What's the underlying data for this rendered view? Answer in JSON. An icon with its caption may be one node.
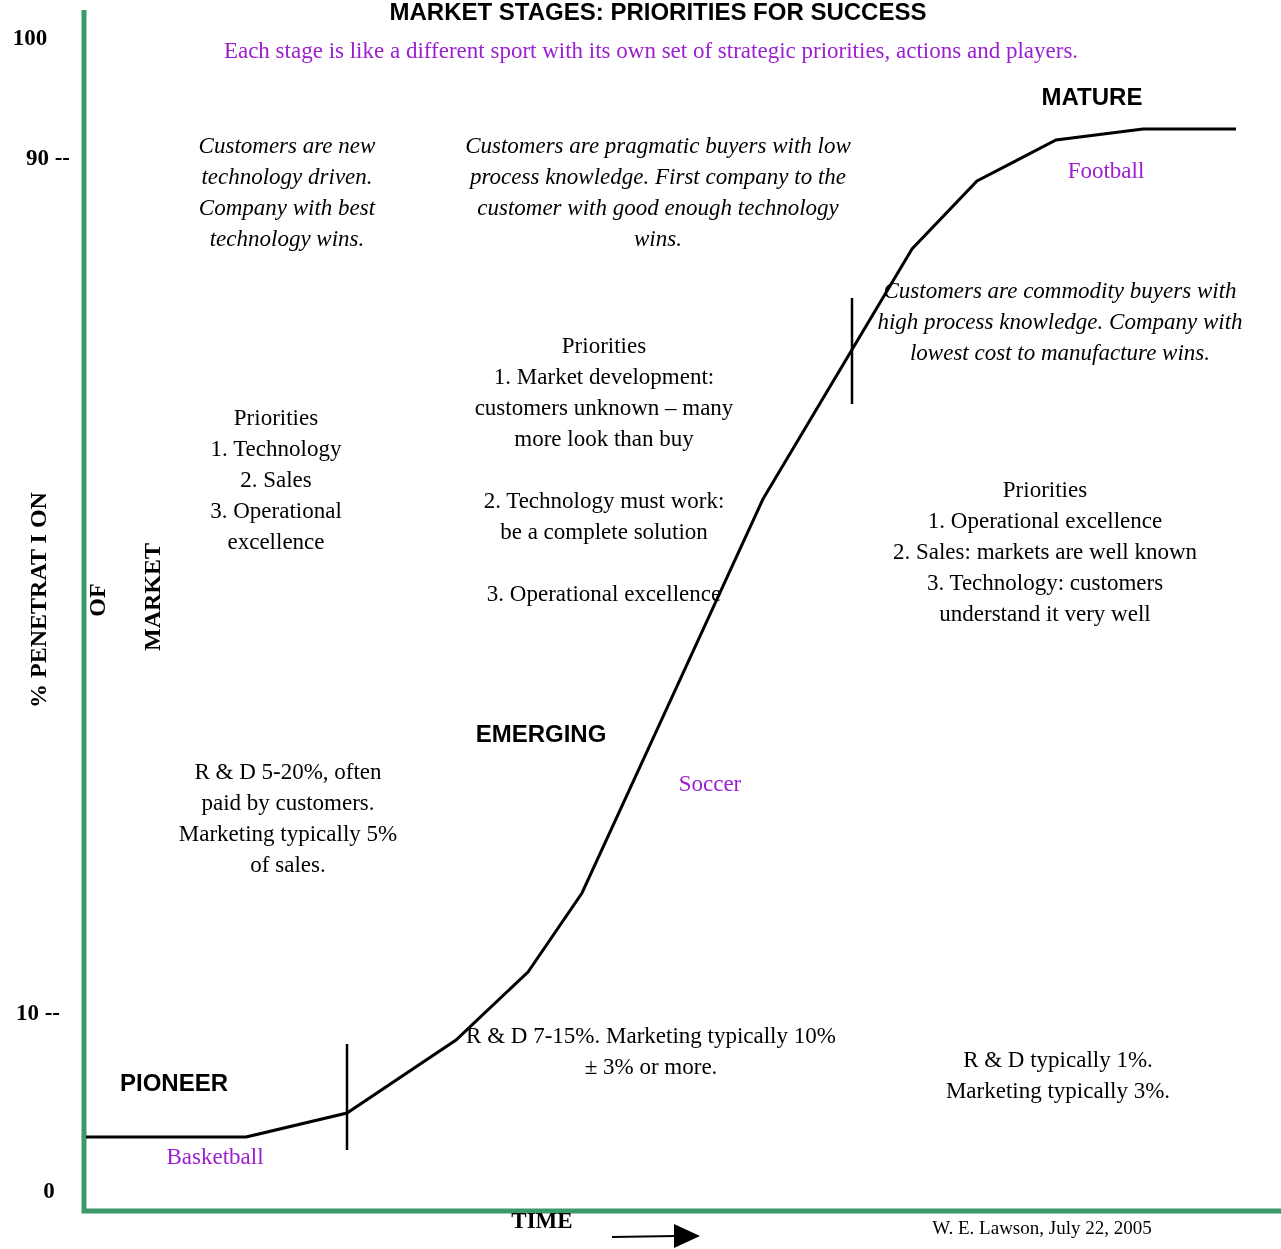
{
  "diagram": {
    "title": "MARKET STAGES:  PRIORITIES FOR SUCCESS",
    "labels": [
      "Each stage is like a different sport with its own set of strategic priorities, actions and players.",
      "100",
      "MATURE",
      "90 --",
      "Customers are new technology driven. Company with best technology wins.",
      "Customers are pragmatic buyers with low process knowledge.  First company to the customer with good enough technology wins.",
      "Football",
      "Customers are commodity buyers with high process knowledge. Company with lowest cost to manufacture wins.",
      "Priorities",
      "1. Market development: customers     unknown – many more look than buy",
      "2. Technology must work: be a complete solution",
      "3. Operational excellence",
      "Priorities",
      "1. Technology",
      "2. Sales",
      "3. Operational excellence",
      "Priorities",
      "1. Operational excellence",
      "2. Sales: markets are well known",
      "3. Technology: customers understand it very well",
      "% PENETRAT I ON",
      "OF",
      "MARKET",
      "EMERGING",
      "Soccer",
      "R & D 5-20%, often paid  by customers. Marketing typically 5% of sales.",
      "10 --",
      "R & D 7-15%. Marketing typically 10% ± 3% or more.",
      "R & D typically 1%. Marketing typically 3%.",
      "PIONEER",
      "Basketball",
      "0",
      "TIME",
      "W. E. Lawson,  July 22, 2005"
    ]
  }
}
